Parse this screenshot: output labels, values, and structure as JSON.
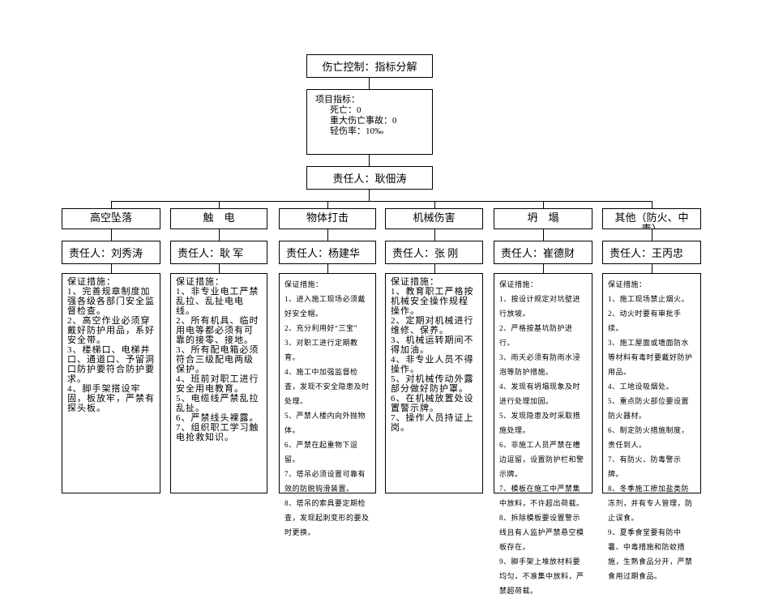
{
  "title": "伤亡控制：指标分解",
  "targets": {
    "heading": "项目指标：",
    "items": [
      "死亡：0",
      "重大伤亡事故：0",
      "轻伤率：10‰"
    ]
  },
  "responsible": "责任人：耿佃涛",
  "columns": [
    {
      "category": "高空坠落",
      "person": "责任人：刘秀涛",
      "measures": [
        "保证措施：",
        "1、完善规章制度加强各级各部门安全监督检查。",
        "2、高空作业必须穿戴好防护用品，系好安全带。",
        "3、楼梯口、电梯井口、通道口、予留洞口防护要符合防护要求。",
        "4、脚手架搭设牢固，板放牢，严禁有探头板。"
      ]
    },
    {
      "category": "触　电",
      "person": "责任人：耿 军",
      "measures": [
        "保证措施：",
        "1、非专业电工严禁乱拉、乱扯电电线。",
        "2、所有机具、临时用电等都必须有可靠的接零、接地。",
        "3、所有配电箱必须符合三级配电两级保护。",
        "4、班前对职工进行安全用电教育。",
        "5、电缆线严禁乱拉乱扯。",
        "6、严禁线头裸露。",
        "7、组织职工学习触电抢救知识。"
      ]
    },
    {
      "category": "物体打击",
      "person": "责任人：杨建华",
      "measures": [
        "保证措施：",
        "1、进入施工现场必须戴好安全帽。",
        "2、充分利用好“三宝”",
        "3、对职工进行定期教育。",
        "4、施工中加强监督检查，发现不安全隐患及时处理。",
        "5、严禁人楼内向外抛物体。",
        "6、严禁在起重物下逗留。",
        "7、塔吊必须设置可靠有效的防脱钩滑装置。",
        "8、塔吊的索具要定期检查，发现起刺变形的要及时更换。"
      ]
    },
    {
      "category": "机械伤害",
      "person": "责任人：张 刚",
      "measures": [
        "保证措施：",
        "1、教育职工严格按机械安全操作规程操作。",
        "2、定期对机械进行维修、保养。",
        "3、机械运转期间不得加油。",
        "4、非专业人员不得操作。",
        "5、对机械传动外露部分做好防护罩。",
        "6、在机械放置处设置警示牌。",
        "7、操作人员持证上岗。"
      ]
    },
    {
      "category": "坍　塌",
      "person": "责任人：崔德财",
      "measures": [
        "保证措施：",
        "1、按设计规定对坑壁进行放坡。",
        "2、严格按基坑防护进行。",
        "3、雨天必须有防雨水浸泡等防护措施。",
        "4、发现有坍塌现象及时进行处理加固。",
        "5、发现隐患及时采取措施处理。",
        "6、非施工人员严禁在槽边逗留，设置防护栏和警示牌。",
        "7、模板在施工中严禁集中放料，不许超出荷载。",
        "8、拆除模板要设置警示线且有人监护严禁悬空模板存在。",
        "9、脚手架上堆放材料要均匀，不准集中放料，严禁超荷载。"
      ]
    },
    {
      "category": "其他（防火、中毒）",
      "person": "责任人：王丙忠",
      "measures": [
        "保证措施：",
        "1、施工现场禁止烟火。",
        "2、动火时要有审批手续。",
        "3、施工屋面或墙面防水等材料有毒时要戴好防护用品。",
        "4、工地设吸烟处。",
        "5、重点防火部位要设置防火器材。",
        "6、制定防火措施制度，责任到人。",
        "7、有防火、防毒警示牌。",
        "8、冬季施工掺加盐类防冻剂，并有专人管理，防止误食。",
        "9、夏季食堂要有防中暑、中毒措施和防蚊措施，生熟食品分开，严禁食用过期食品。"
      ]
    }
  ]
}
